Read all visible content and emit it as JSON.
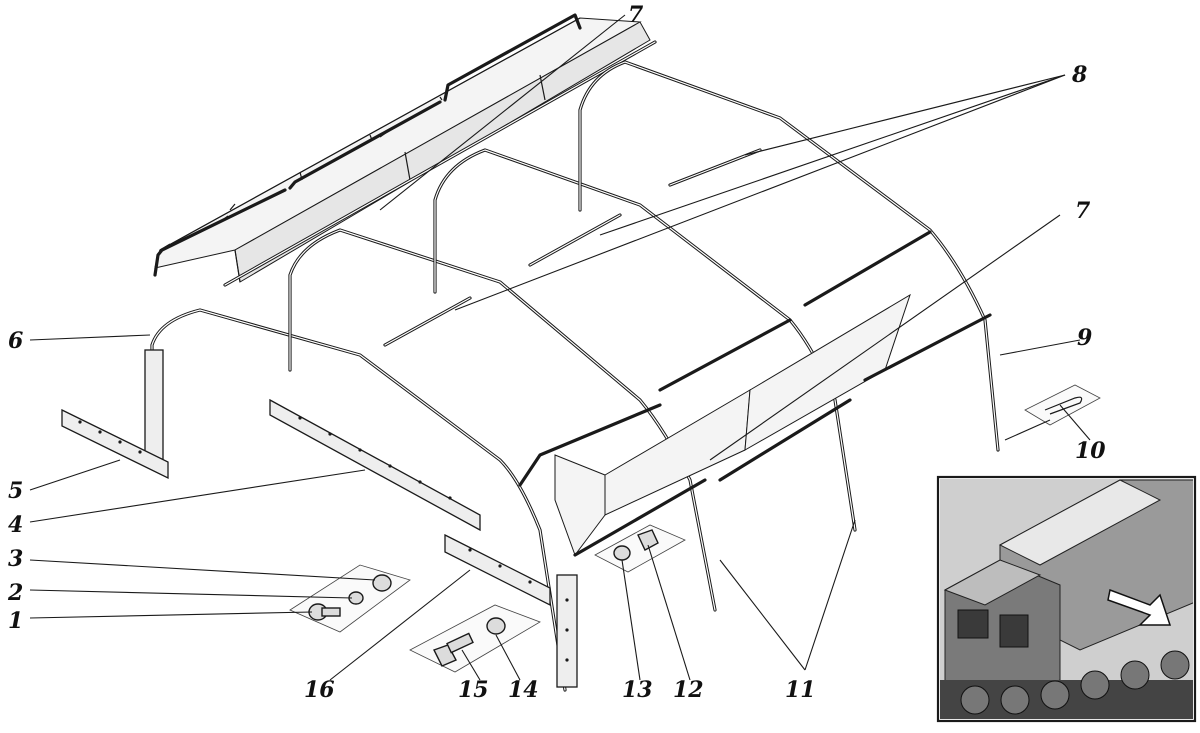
{
  "callouts": [
    {
      "id": "c1",
      "text": "1"
    },
    {
      "id": "c2",
      "text": "2"
    },
    {
      "id": "c3",
      "text": "3"
    },
    {
      "id": "c4",
      "text": "4"
    },
    {
      "id": "c5",
      "text": "5"
    },
    {
      "id": "c6",
      "text": "6"
    },
    {
      "id": "c7a",
      "text": "7"
    },
    {
      "id": "c7b",
      "text": "7"
    },
    {
      "id": "c8",
      "text": "8"
    },
    {
      "id": "c9",
      "text": "9"
    },
    {
      "id": "c10",
      "text": "10"
    },
    {
      "id": "c11",
      "text": "11"
    },
    {
      "id": "c12",
      "text": "12"
    },
    {
      "id": "c13",
      "text": "13"
    },
    {
      "id": "c14",
      "text": "14"
    },
    {
      "id": "c15",
      "text": "15"
    },
    {
      "id": "c16",
      "text": "16"
    }
  ],
  "colors": {
    "ink": "#1a1a1a",
    "paper": "#ffffff"
  }
}
